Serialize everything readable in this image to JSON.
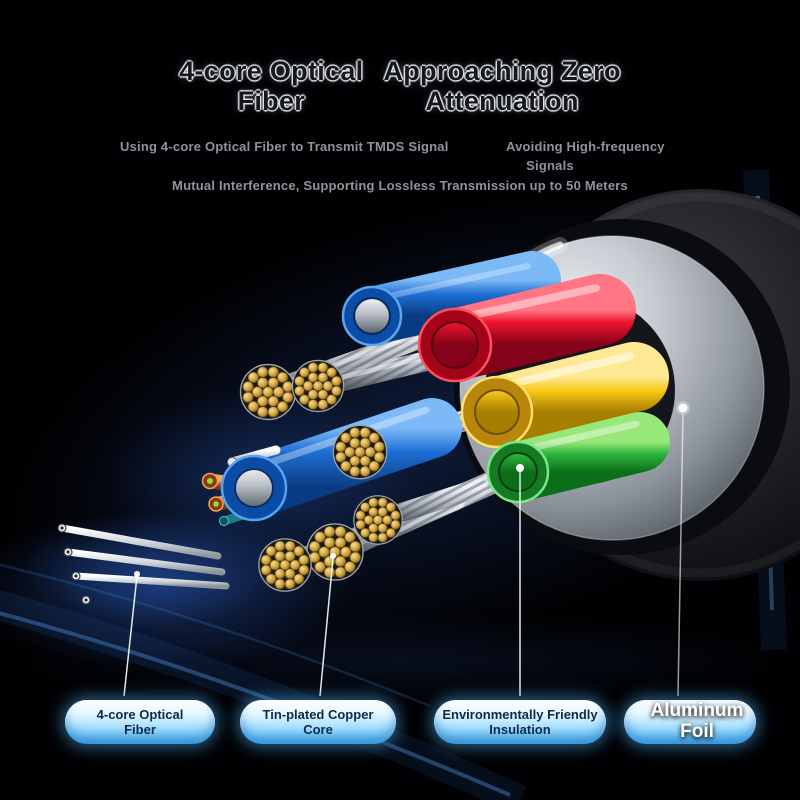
{
  "theme": {
    "background": "#010104",
    "accent_glow_blue": "#4fa8ff",
    "pill_text": "#0e2a47",
    "subtitle_gray": "#90949a",
    "cable_red": "#ef1330",
    "cable_yellow": "#f7c714",
    "cable_green": "#2db53c",
    "cable_blue": "#1e6fd4",
    "copper_gold": "#cfa23e",
    "foil_silver": "#c6cbd2"
  },
  "header": {
    "title_left": {
      "line1": "4-core Optical",
      "line2": "Fiber"
    },
    "title_right": {
      "line1": "Approaching Zero",
      "line2": "Attenuation"
    },
    "subtitle": {
      "part1": "Using 4-core Optical Fiber to Transmit TMDS Signal",
      "part2": "Avoiding High-frequency",
      "part3": "Signals",
      "part4": "Mutual Interference, Supporting Lossless Transmission up to 50 Meters"
    }
  },
  "callouts": [
    {
      "line1": "4-core Optical",
      "line2": "Fiber"
    },
    {
      "line1": "Tin-plated Copper",
      "line2": "Core"
    },
    {
      "line1": "Environmentally Friendly",
      "line2": "Insulation"
    },
    {
      "line1": "Aluminum",
      "line2": "Foil"
    }
  ]
}
